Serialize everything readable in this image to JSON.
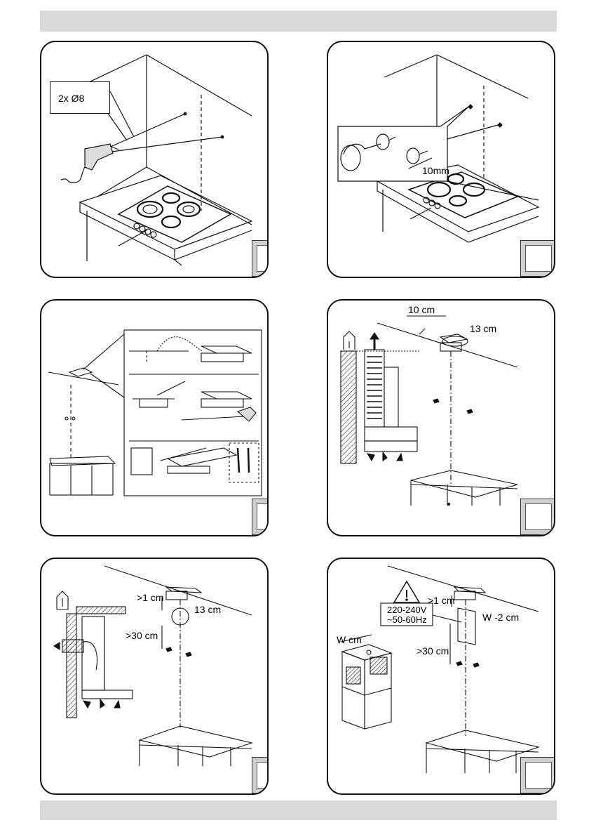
{
  "panel1": {
    "drill_label": "2x Ø8"
  },
  "panel2": {
    "screw_label": "10mm"
  },
  "panel4": {
    "dist_label": "10 cm",
    "hole_label": "13 cm"
  },
  "panel5": {
    "gap_label": ">1 cm",
    "hole_label": "13 cm",
    "height_label": ">30 cm"
  },
  "panel6": {
    "gap_label": ">1 cm",
    "voltage_label": "220-240V",
    "freq_label": "~50-60Hz",
    "width_label": "W -2 cm",
    "chimney_label": "W cm",
    "height_label": ">30 cm"
  },
  "colors": {
    "bar": "#d9d9d9",
    "stepbox": "#cfcfcf",
    "line": "#111111"
  }
}
